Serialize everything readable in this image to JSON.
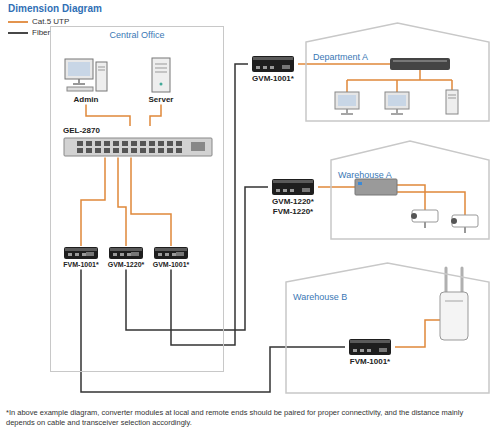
{
  "diagram": {
    "title": "Dimension Diagram",
    "caption": "*In above example diagram, converter modules at local and remote ends should be paired for proper connectivity, and the distance mainly depends on cable and transceiver selection accordingly.",
    "nodes": [
      {
        "text": [
          "Central Office"
        ]
      },
      {
        "text": [
          "Admin"
        ],
        "in": 0
      },
      {
        "text": [
          "Server"
        ],
        "in": 0
      },
      {
        "text": [
          "GEL-2870"
        ],
        "in": 0
      },
      {
        "text": [
          "FVM-1001*"
        ],
        "in": 0
      },
      {
        "text": [
          "GVM-1220*"
        ],
        "in": 0
      },
      {
        "text": [
          "GVM-1001*"
        ],
        "in": 0
      },
      {
        "text": [
          "Department A"
        ]
      },
      {
        "text": [
          "GVM-1001*"
        ]
      },
      {
        "text": [
          "Warehouse A"
        ]
      },
      {
        "text": [
          "GVM-1220* FVM-1220*"
        ]
      },
      {
        "text": [
          "Warehouse B"
        ]
      },
      {
        "text": [
          "FVM-1001*"
        ],
        "in": 11
      }
    ],
    "edges": [
      {
        "from": 1,
        "to": 3,
        "arrow": "none"
      },
      {
        "from": 2,
        "to": 3,
        "arrow": "none"
      },
      {
        "from": 3,
        "to": 4,
        "arrow": "none"
      },
      {
        "from": 3,
        "to": 5,
        "arrow": "none"
      },
      {
        "from": 3,
        "to": 6,
        "arrow": "none"
      },
      {
        "from": 6,
        "to": 8,
        "arrow": "none"
      },
      {
        "from": 5,
        "to": 10,
        "arrow": "none"
      },
      {
        "from": 4,
        "to": 12,
        "arrow": "none"
      },
      {
        "from": 8,
        "to": 7,
        "arrow": "none"
      },
      {
        "from": 10,
        "to": 9,
        "arrow": "none"
      }
    ],
    "legend": [
      {
        "text": "Cat.5 UTP"
      },
      {
        "text": "Fiber"
      }
    ]
  }
}
